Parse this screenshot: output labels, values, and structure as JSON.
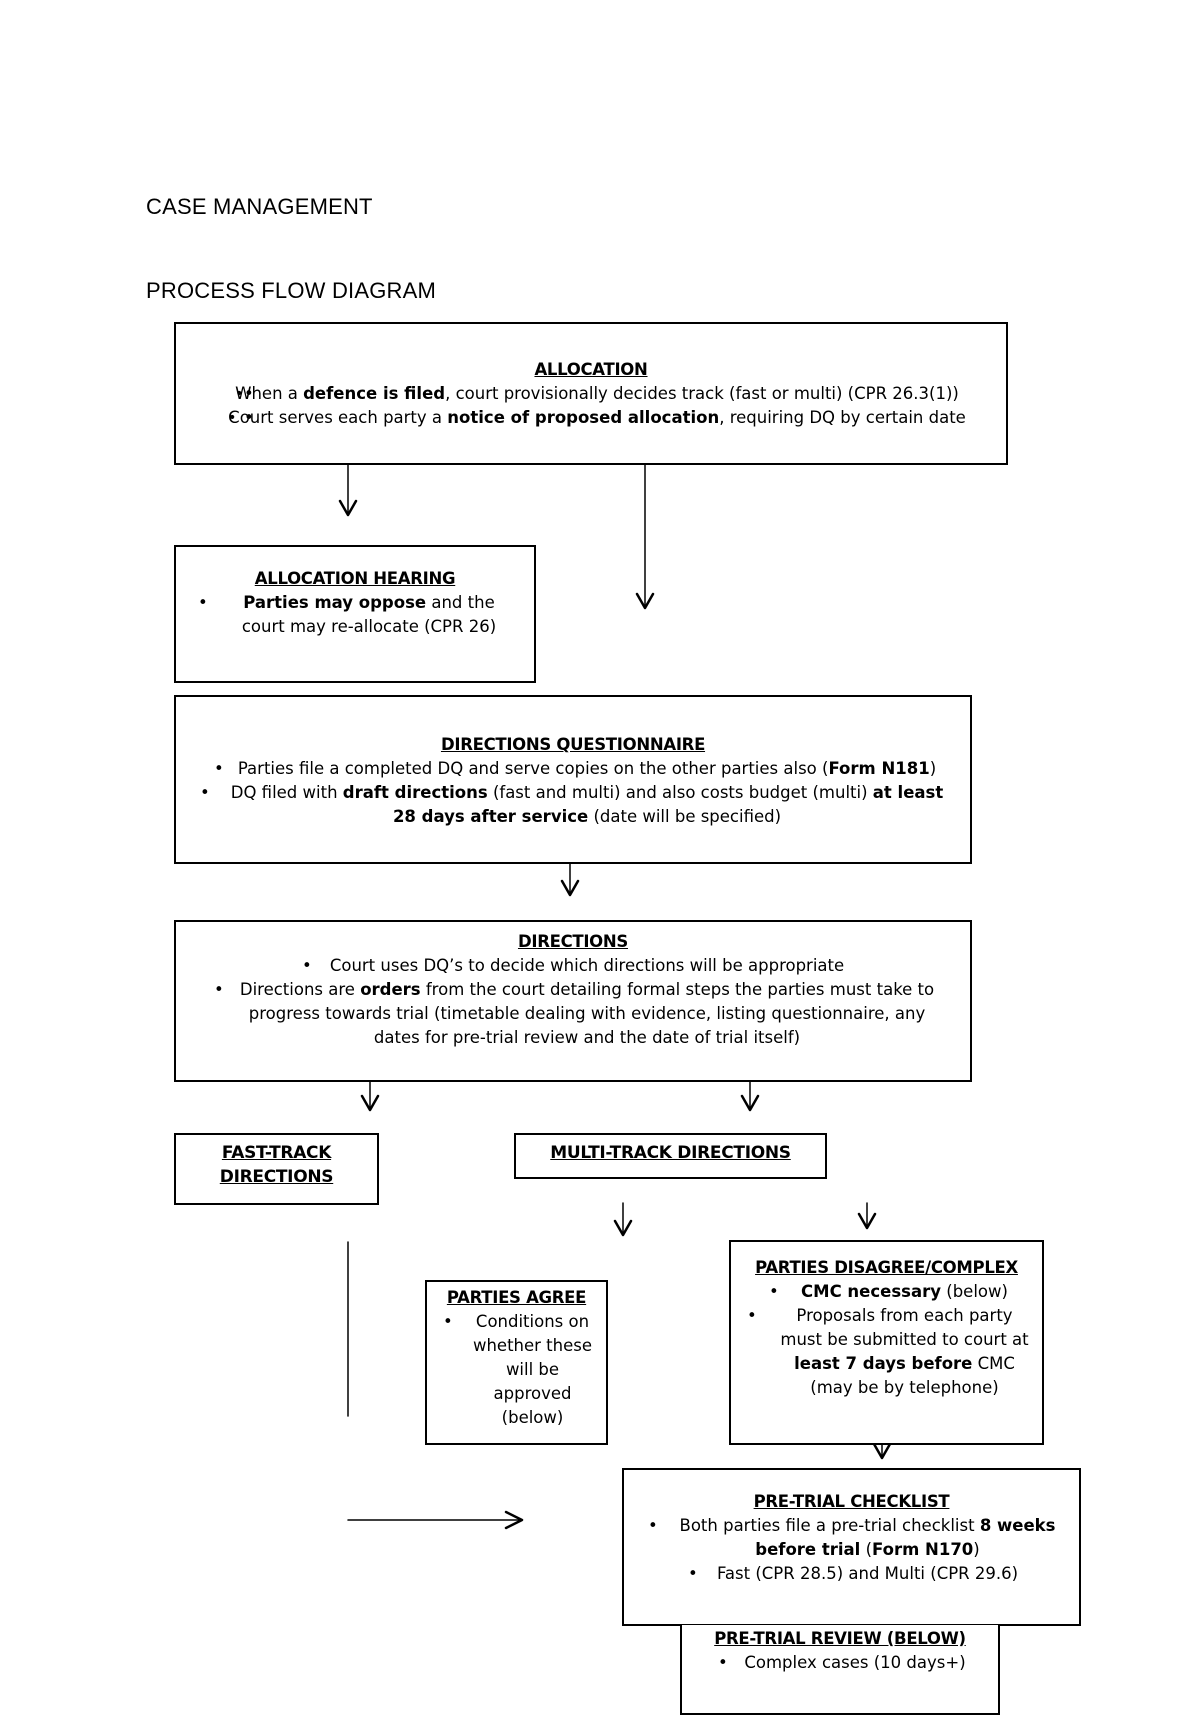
{
  "headings": {
    "case_management": "CASE MANAGEMENT",
    "process_flow": "PROCESS FLOW DIAGRAM"
  },
  "allocation": {
    "title": "ALLOCATION",
    "b1_pre": "When a ",
    "b1_bold": "defence is filed",
    "b1_post": ", court provisionally decides track (fast or multi) (CPR 26.3(1))",
    "b2_pre": "Court serves each party a ",
    "b2_bold": "notice of proposed allocation",
    "b2_post": ", requiring DQ by certain date"
  },
  "allocation_hearing": {
    "title": "ALLOCATION HEARING",
    "b1_bold": "Parties may oppose",
    "b1_post": " and the court may re-allocate (CPR 26)"
  },
  "directions_questionnaire": {
    "title": "DIRECTIONS QUESTIONNAIRE",
    "b1_pre": "Parties file a completed DQ and serve copies on the other parties also (",
    "b1_bold": "Form N181",
    "b1_post": ")",
    "b2_pre": "DQ filed with ",
    "b2_bold1": "draft directions",
    "b2_mid": " (fast and multi) and also costs budget (multi) ",
    "b2_bold2": "at least 28 days after service",
    "b2_post": " (date will be specified)"
  },
  "directions": {
    "title": "DIRECTIONS",
    "b1": "Court uses DQ’s to decide which directions will be appropriate",
    "b2_pre": "Directions are ",
    "b2_bold": "orders",
    "b2_post": " from the court detailing formal steps the parties must take to progress towards trial (timetable dealing with evidence, listing questionnaire, any dates for pre-trial review and the date of trial itself)"
  },
  "fast_track": {
    "title": "FAST-TRACK DIRECTIONS"
  },
  "multi_track": {
    "title": "MULTI-TRACK DIRECTIONS"
  },
  "parties_agree": {
    "title": "PARTIES AGREE",
    "b1": "Conditions on whether these will be approved (below)"
  },
  "parties_disagree": {
    "title": "PARTIES DISAGREE/COMPLEX",
    "b1_bold": "CMC necessary",
    "b1_post": " (below)",
    "b2_pre": "Proposals from each party must be submitted to court at ",
    "b2_bold": "least 7 days before",
    "b2_post": " CMC (may be by telephone)"
  },
  "pre_trial_checklist": {
    "title": "PRE-TRIAL CHECKLIST",
    "b1_pre": "Both parties file a pre-trial checklist ",
    "b1_bold1": "8 weeks before trial",
    "b1_mid": " (",
    "b1_bold2": "Form N170",
    "b1_post": ")",
    "b2": "Fast (CPR 28.5) and Multi (CPR 29.6)"
  },
  "pre_trial_review": {
    "title": "PRE-TRIAL REVIEW (BELOW)",
    "b1": "Complex cases (10 days+)"
  }
}
